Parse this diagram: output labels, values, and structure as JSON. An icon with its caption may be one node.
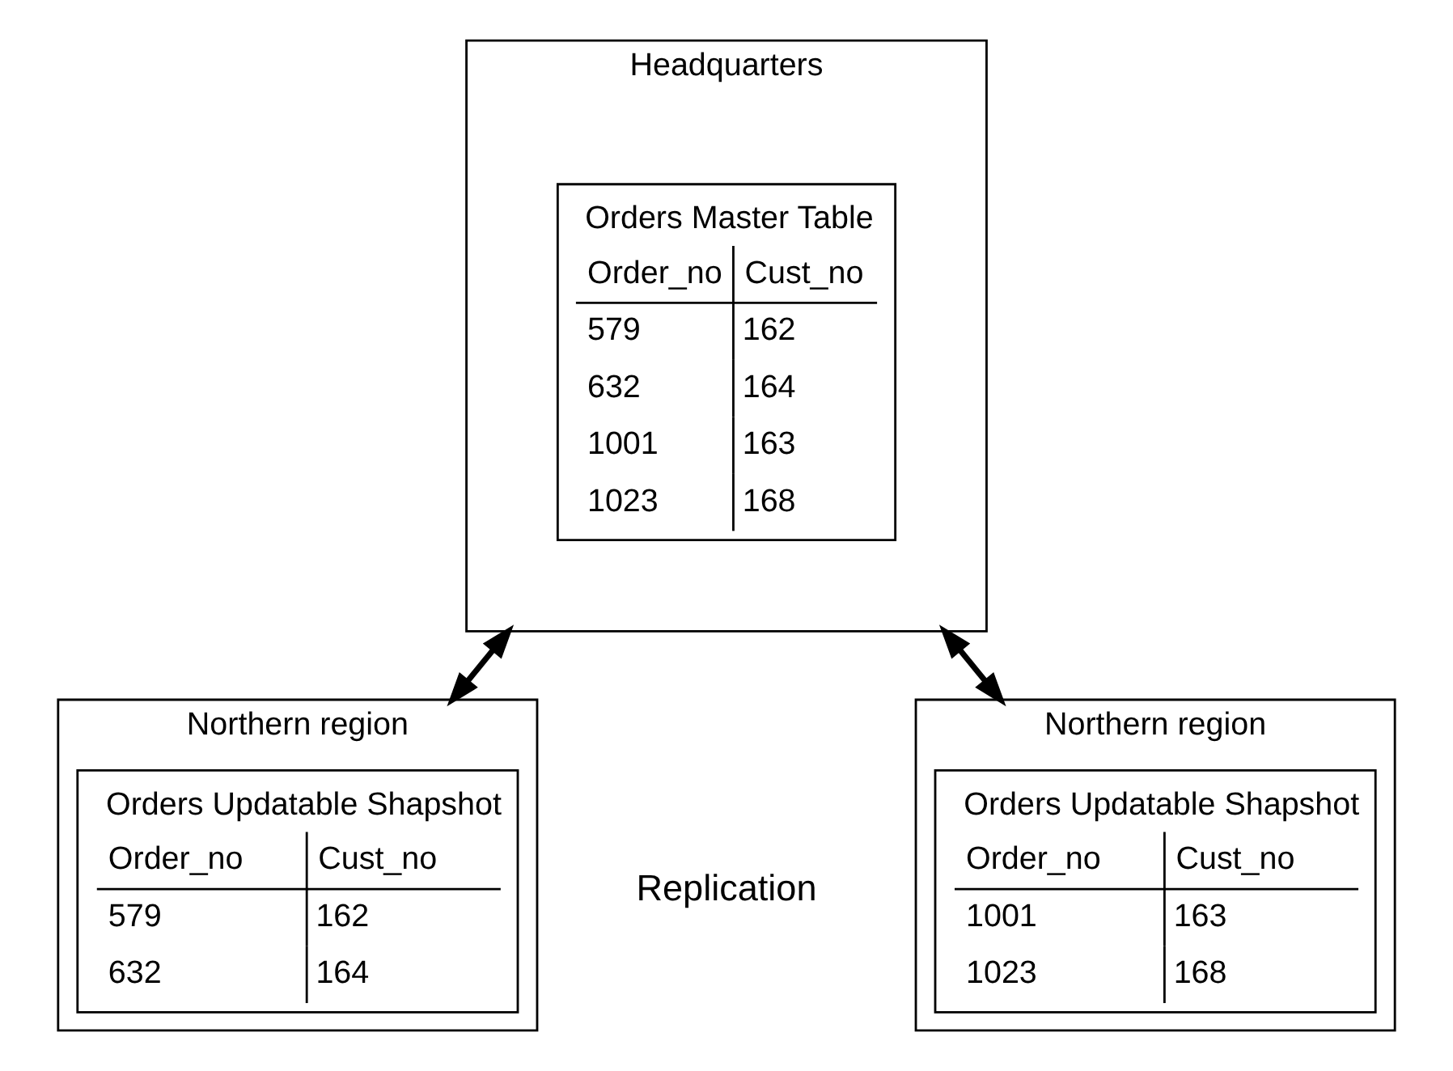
{
  "diagram": {
    "nodes": [
      {
        "text": [
          "Headquarters"
        ]
      },
      {
        "text": [
          "Orders Master Table",
          "Order_no",
          "Cust_no",
          "579",
          "162",
          "632",
          "164",
          "1001",
          "163",
          "1023",
          "168"
        ],
        "in": 0
      },
      {
        "text": [
          "Northern region"
        ]
      },
      {
        "text": [
          "Orders Updatable Shapshot",
          "Order_no",
          "Cust_no",
          "579",
          "162",
          "632",
          "164"
        ],
        "in": 2
      },
      {
        "text": [
          "Northern region"
        ]
      },
      {
        "text": [
          "Orders Updatable Shapshot",
          "Order_no",
          "Cust_no",
          "1001",
          "163",
          "1023",
          "168"
        ],
        "in": 4
      }
    ],
    "edges": [
      {
        "from": 0,
        "to": 2,
        "arrow": "both"
      },
      {
        "from": 0,
        "to": 4,
        "arrow": "both"
      }
    ],
    "labels": [
      "Replication"
    ]
  }
}
